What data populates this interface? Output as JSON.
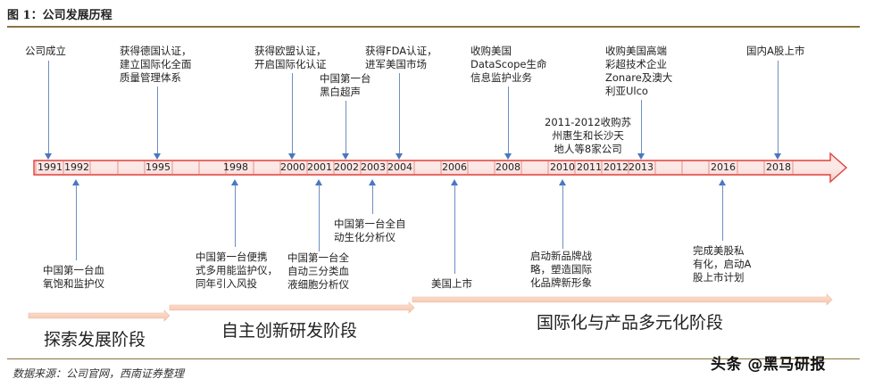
{
  "title": "图 1：公司发展历程",
  "source": "数据来源：公司官网，西南证券整理",
  "watermark": "头条 @黑马研报",
  "years": [
    "1991",
    "1992",
    "1995",
    "1998",
    "2000",
    "2001",
    "2002",
    "2003",
    "2004",
    "2006",
    "2008",
    "2010",
    "2011",
    "2012",
    "2013",
    "2016",
    "2018"
  ],
  "events_top": [
    {
      "lines": [
        "公司成立"
      ]
    },
    {
      "lines": [
        "获得德国认证，",
        "建立国际化全面",
        "质量管理体系"
      ]
    },
    {
      "lines": [
        "获得欧盟认证，",
        "开启国际化认证"
      ]
    },
    {
      "lines": [
        "中国第一台",
        "黑白超声"
      ]
    },
    {
      "lines": [
        "获得FDA认证，",
        "进军美国市场"
      ]
    },
    {
      "lines": [
        "收购美国",
        "DataScope生命",
        "信息监护业务"
      ]
    },
    {
      "lines": [
        "2011-2012收购苏",
        "州惠生和长沙天",
        "地人等8家公司"
      ]
    },
    {
      "lines": [
        "收购美国高端",
        "彩超技术企业",
        "Zonare及澳大",
        "利亚Ulco"
      ]
    },
    {
      "lines": [
        "国内A股上市"
      ]
    }
  ],
  "events_bottom": [
    {
      "lines": [
        "中国第一台血",
        "氧饱和监护仪"
      ]
    },
    {
      "lines": [
        "中国第一台便携",
        "式多用能监护仪，",
        "同年引入风投"
      ]
    },
    {
      "lines": [
        "中国第一台全",
        "自动三分类血",
        "液细胞分析仪"
      ]
    },
    {
      "lines": [
        "中国第一台全自",
        "动生化分析仪"
      ]
    },
    {
      "lines": [
        "美国上市"
      ]
    },
    {
      "lines": [
        "启动新品牌战",
        "略，塑造国际",
        "化品牌新形象"
      ]
    },
    {
      "lines": [
        "完成美股私",
        "有化，启动A",
        "股上市计划"
      ]
    }
  ],
  "phases": [
    "探索发展阶段",
    "自主创新研发阶段",
    "国际化与产品多元化阶段"
  ]
}
